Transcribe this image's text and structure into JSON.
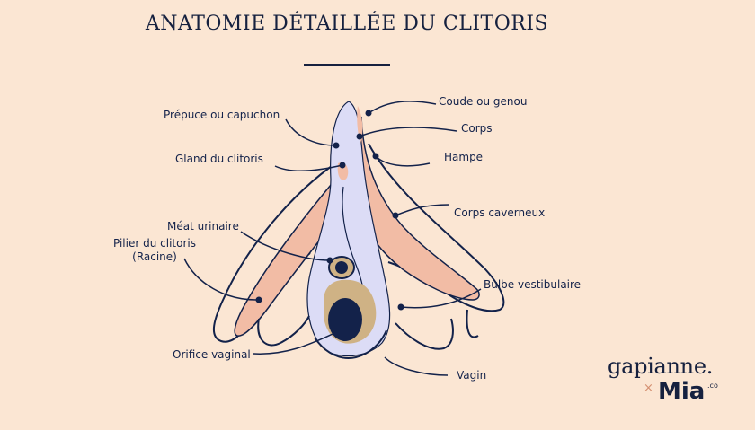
{
  "title": "ANATOMIE DÉTAILLÉE DU CLITORIS",
  "labels": {
    "prepuce": "Prépuce ou capuchon",
    "gland": "Gland du clitoris",
    "meat": "Méat urinaire",
    "pilier_line1": "Pilier du clitoris",
    "pilier_line2": "(Racine)",
    "orifice": "Orifice vaginal",
    "coude": "Coude ou genou",
    "corps": "Corps",
    "hampe": "Hampe",
    "corps_caverneux": "Corps caverneux",
    "bulbe": "Bulbe vestibulaire",
    "vagin": "Vagin"
  },
  "brand": {
    "name": "gapianne.",
    "separator": "×",
    "partner": "Mia",
    "suffix": ".co"
  },
  "colors": {
    "background": "#fbe6d3",
    "navy": "#13224a",
    "pink": "#f2bca5",
    "lavender": "#dcdcf6",
    "tan": "#cfb285"
  }
}
